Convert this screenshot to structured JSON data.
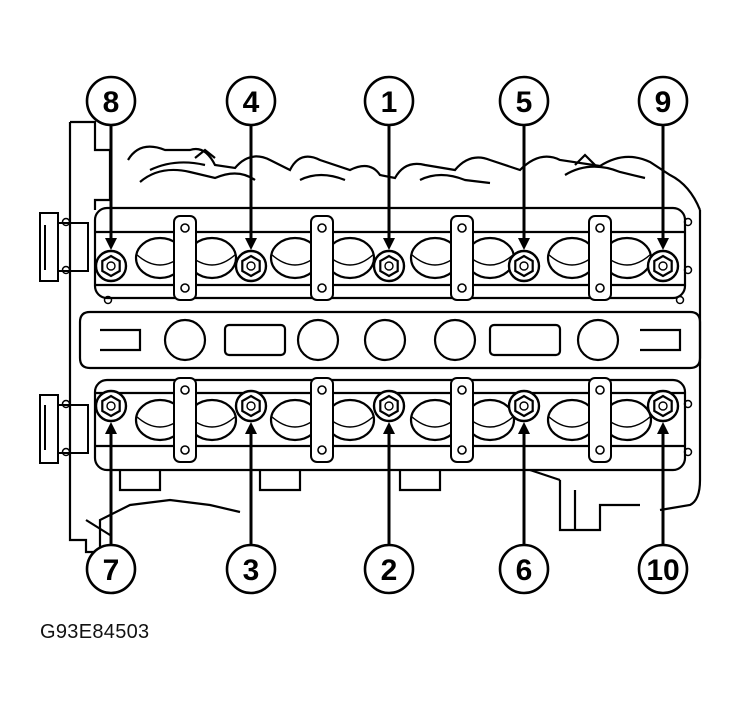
{
  "figure_id": "G93E84503",
  "callouts": [
    {
      "label": "8",
      "row": "top"
    },
    {
      "label": "4",
      "row": "top"
    },
    {
      "label": "1",
      "row": "top"
    },
    {
      "label": "5",
      "row": "top"
    },
    {
      "label": "9",
      "row": "top"
    },
    {
      "label": "7",
      "row": "bottom"
    },
    {
      "label": "3",
      "row": "bottom"
    },
    {
      "label": "2",
      "row": "bottom"
    },
    {
      "label": "6",
      "row": "bottom"
    },
    {
      "label": "10",
      "row": "bottom"
    }
  ],
  "colors": {
    "ink": "#000000",
    "paper": "#ffffff"
  }
}
